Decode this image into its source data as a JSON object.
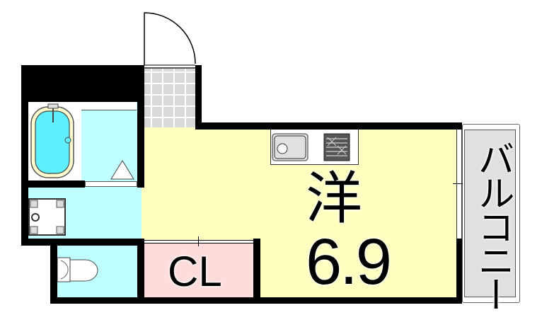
{
  "rooms": {
    "western_room": {
      "label": "洋",
      "size": "6.9",
      "color": "#ffffc0"
    },
    "closet": {
      "label": "CL",
      "color": "#ffdcdc"
    },
    "balcony": {
      "label": "バルコニー",
      "color": "#e0e0e0"
    },
    "wet_area_color": "#c0ffff",
    "bathtub_color": "#5ff0ff",
    "entrance_tile_color": "#d9d9d9"
  },
  "icons": [
    "door-swing-icon",
    "bathtub-icon",
    "washer-pan-icon",
    "toilet-icon",
    "sink-icon",
    "gas-stove-icon",
    "window-icon"
  ]
}
